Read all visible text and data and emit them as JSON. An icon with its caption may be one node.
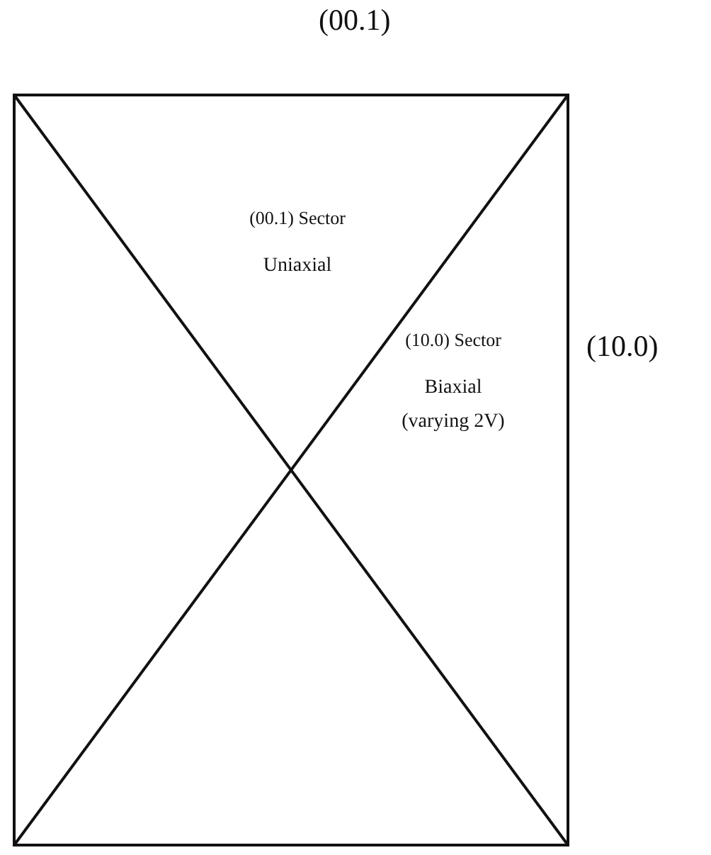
{
  "diagram": {
    "nodes": [
      {
        "text": [
          "(00.1) Sector",
          "Uniaxial"
        ]
      },
      {
        "text": [
          "(10.0) Sector",
          "Biaxial (varying 2V)"
        ]
      }
    ],
    "labels": [
      "(00.1)",
      "(10.0)"
    ]
  }
}
